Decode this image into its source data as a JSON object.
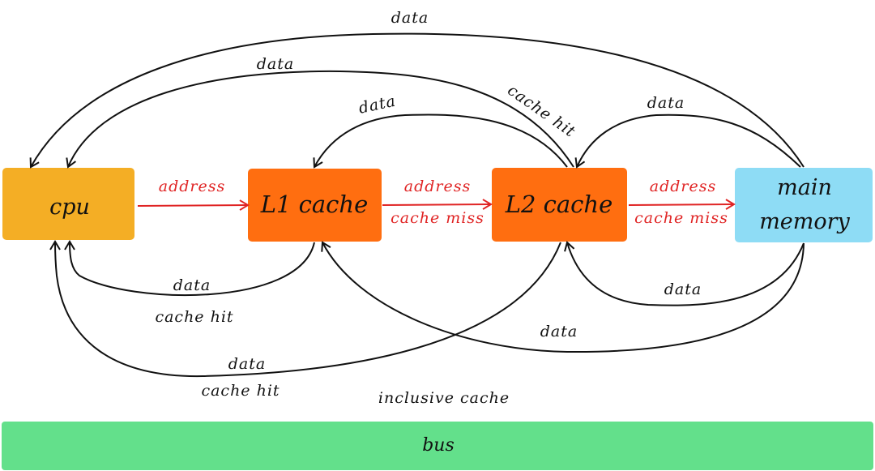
{
  "colors": {
    "cpu": "#F4AE25",
    "cache": "#FF6E10",
    "memory": "#8EDCF5",
    "bus": "#63E08B",
    "arrow_black": "#111111",
    "arrow_red": "#E02424"
  },
  "nodes": {
    "cpu": "cpu",
    "l1": "L1 cache",
    "l2": "L2 cache",
    "memory_line1": "main",
    "memory_line2": "memory",
    "bus": "bus"
  },
  "labels": {
    "top_data": "data",
    "cpu_mem_data": "data",
    "l2_l1_data": "data",
    "mem_l2_data_top": "data",
    "cache_hit_l2_top": "cache hit",
    "addr_cpu_l1": "address",
    "addr_l1_l2": "address",
    "miss_l1_l2": "cache miss",
    "addr_l2_mem": "address",
    "miss_l2_mem": "cache miss",
    "l1_cpu_data": "data",
    "l1_cpu_hit": "cache hit",
    "mem_l2_data_bottom": "data",
    "mem_l1_data": "data",
    "l2_cpu_data": "data",
    "l2_cpu_hit": "cache hit",
    "inclusive": "inclusive cache"
  }
}
